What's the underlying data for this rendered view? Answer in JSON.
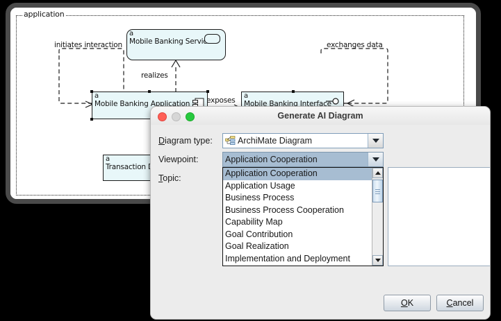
{
  "editor": {
    "group_label": "application",
    "elements": [
      {
        "id": "service",
        "type_letter": "a",
        "name": "Mobile Banking Service",
        "icon": "service-rounded-icon"
      },
      {
        "id": "application",
        "type_letter": "a",
        "name": "Mobile Banking Application",
        "icon": "component-icon"
      },
      {
        "id": "interface",
        "type_letter": "a",
        "name": "Mobile Banking Interface",
        "icon": "interface-lollipop-icon"
      },
      {
        "id": "data",
        "type_letter": "a",
        "name": "Transaction Data",
        "icon": "data-object-icon"
      }
    ],
    "connectors": [
      {
        "id": "initiates",
        "label": "initiates interaction"
      },
      {
        "id": "exchanges",
        "label": "exchanges data"
      },
      {
        "id": "realizes",
        "label": "realizes"
      },
      {
        "id": "exposes",
        "label": "exposes"
      }
    ]
  },
  "dialog": {
    "title": "Generate AI Diagram",
    "window_buttons": {
      "close": "close-icon",
      "minimize": "minimize-icon",
      "zoom": "zoom-icon"
    },
    "fields": {
      "diagram_type": {
        "label_prefix": "D",
        "label_rest": "iagram type:",
        "value": "ArchiMate Diagram",
        "icon": "archimate-diagram-icon"
      },
      "viewpoint": {
        "label": "Viewpoint:",
        "value": "Application Cooperation"
      },
      "topic": {
        "label_prefix": "T",
        "label_rest": "opic:",
        "value": "",
        "placeholder": ""
      }
    },
    "dropdown": {
      "open": true,
      "selected_index": 0,
      "options": [
        "Application Cooperation",
        "Application Usage",
        "Business Process",
        "Business Process Cooperation",
        "Capability Map",
        "Goal Contribution",
        "Goal Realization",
        "Implementation and Deployment"
      ]
    },
    "buttons": {
      "ok_prefix": "O",
      "ok_rest": "K",
      "cancel_prefix": "C",
      "cancel_rest": "ancel"
    }
  },
  "colors": {
    "element_fill": "#e8f7f9",
    "selection_highlight": "#a7bdd2",
    "dialog_bg": "#ececec",
    "frame": "#4a4a4a"
  }
}
